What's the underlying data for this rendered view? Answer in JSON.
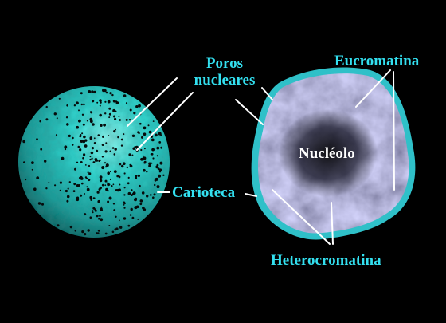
{
  "labels": {
    "poros_line1": "Poros",
    "poros_line2": "nucleares",
    "eucromatina": "Eucromatina",
    "carioteca": "Carioteca",
    "heterocromatina": "Heterocromatina",
    "nucleolo": "Nucléolo"
  },
  "colors": {
    "background": "#000000",
    "label_text": "#33e0f0",
    "nucleus_surface": "#2ec9c4",
    "envelope_rim": "#2fc0c8",
    "chromatin": "#a9a6d8",
    "nucleolo_text": "#ffffff",
    "leader_lines": "#ffffff"
  }
}
